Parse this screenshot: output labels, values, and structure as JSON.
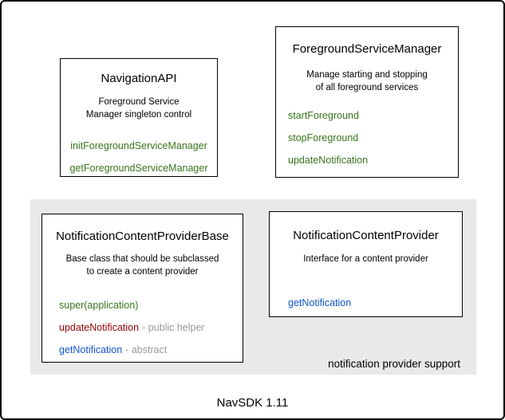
{
  "footer": {
    "label": "NavSDK 1.11"
  },
  "group": {
    "label": "notification provider support",
    "bg_color": "#e9e9e9"
  },
  "colors": {
    "method_green": "#38761d",
    "method_red": "#990000",
    "method_blue": "#1155cc",
    "note_gray": "#999999",
    "box_border": "#000000",
    "outer_border": "#000000"
  },
  "boxes": {
    "navigation_api": {
      "title": "NavigationAPI",
      "description": [
        "Foreground Service",
        "Manager singleton control"
      ],
      "methods": [
        {
          "name": "initForegroundServiceManager",
          "color": "green"
        },
        {
          "name": "getForegroundServiceManager",
          "color": "green"
        }
      ]
    },
    "foreground_service_manager": {
      "title": "ForegroundServiceManager",
      "description": [
        "Manage starting and stopping",
        "of all foreground services"
      ],
      "methods": [
        {
          "name": "startForeground",
          "color": "green"
        },
        {
          "name": "stopForeground",
          "color": "green"
        },
        {
          "name": "updateNotification",
          "color": "green"
        }
      ]
    },
    "notification_content_provider_base": {
      "title": "NotificationContentProviderBase",
      "description": [
        "Base class that should be subclassed",
        "to create a content provider"
      ],
      "methods": [
        {
          "name": "super(application)",
          "color": "green",
          "note": ""
        },
        {
          "name": "updateNotification",
          "color": "red",
          "note": "- public helper"
        },
        {
          "name": "getNotification",
          "color": "blue",
          "note": "- abstract"
        }
      ]
    },
    "notification_content_provider": {
      "title": "NotificationContentProvider",
      "description": [
        "Interface for a content provider"
      ],
      "methods": [
        {
          "name": "getNotification",
          "color": "blue"
        }
      ]
    }
  }
}
